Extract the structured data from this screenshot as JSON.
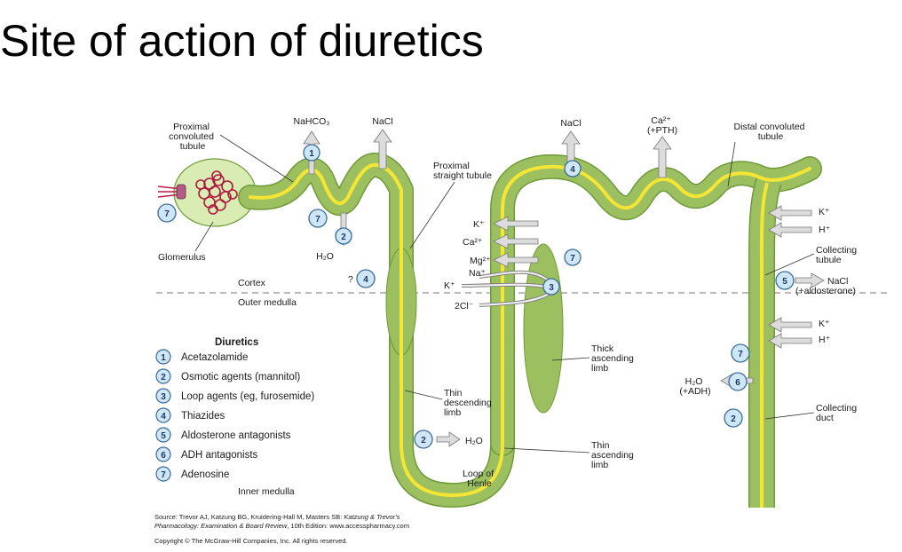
{
  "title": "Site of action of diuretics",
  "colors": {
    "tubule": "#9cc060",
    "tubule_edge": "#6f9a3a",
    "lumen": "#f5e535",
    "badge": "#cfe6f7",
    "badge_edge": "#3a6a9a",
    "arrow": "#dcdcdc",
    "capsule": "#d9ecb4",
    "glomerulus": "#b01840"
  },
  "labels": {
    "proximal_convoluted": [
      "Proximal",
      "convoluted",
      "tubule"
    ],
    "nahco3": "NaHCO₃",
    "nacl_top": "NaCl",
    "proximal_straight": [
      "Proximal",
      "straight tubule"
    ],
    "nacl_distal": "NaCl",
    "ca_pth": [
      "Ca²⁺",
      "(+PTH)"
    ],
    "distal_convoluted": [
      "Distal convoluted",
      "tubule"
    ],
    "glomerulus": "Glomerulus",
    "h2o_prox": "H₂O",
    "cortex": "Cortex",
    "outer_medulla": "Outer medulla",
    "q": "?",
    "k_tal": "K⁺",
    "ca_tal": "Ca²⁺",
    "mg_tal": "Mg²⁺",
    "na_tal": "Na⁺",
    "k_tal2": "K⁺",
    "cl_tal": "2Cl⁻",
    "k_cd1": "K⁺",
    "h_cd1": "H⁺",
    "collecting_tubule": [
      "Collecting",
      "tubule"
    ],
    "nacl_cd": "NaCl",
    "aldosterone": "(+aldosterone)",
    "k_cd2": "K⁺",
    "h_cd2": "H⁺",
    "thick_ascending": [
      "Thick",
      "ascending",
      "limb"
    ],
    "h2o_adh": [
      "H₂O",
      "(+ADH)"
    ],
    "collecting_duct": [
      "Collecting",
      "duct"
    ],
    "thin_descending": [
      "Thin",
      "descending",
      "limb"
    ],
    "h2o_desc": "H₂O",
    "thin_ascending": [
      "Thin",
      "ascending",
      "limb"
    ],
    "loop_henle": [
      "Loop of",
      "Henle"
    ],
    "inner_medulla": "Inner medulla"
  },
  "badges": {
    "b1": "1",
    "b7_glom": "7",
    "b7_prox": "7",
    "b2_prox": "2",
    "b4_q": "4",
    "b4_dct": "4",
    "b7_tal": "7",
    "b3_tal": "3",
    "b5_cd": "5",
    "b7_cd": "7",
    "b6_cd": "6",
    "b2_cd": "2",
    "b2_desc": "2"
  },
  "legend": {
    "heading": "Diuretics",
    "items": [
      {
        "num": "1",
        "label": "Acetazolamide"
      },
      {
        "num": "2",
        "label": "Osmotic agents (mannitol)"
      },
      {
        "num": "3",
        "label": "Loop agents (eg, furosemide)"
      },
      {
        "num": "4",
        "label": "Thiazides"
      },
      {
        "num": "5",
        "label": "Aldosterone antagonists"
      },
      {
        "num": "6",
        "label": "ADH antagonists"
      },
      {
        "num": "7",
        "label": "Adenosine"
      }
    ]
  },
  "source": {
    "line1_prefix": "Source: Trevor AJ, Katzung BG, Kruidering-Hall M, Masters SB: ",
    "line1_italic": "Katzung & Trevor's",
    "line2_italic": "Pharmacology: Examination & Board Review",
    "line2_suffix": ", 10th Edition: www.accesspharmacy.com",
    "copyright": "Copyright © The McGraw-Hill Companies, Inc. All rights reserved."
  }
}
